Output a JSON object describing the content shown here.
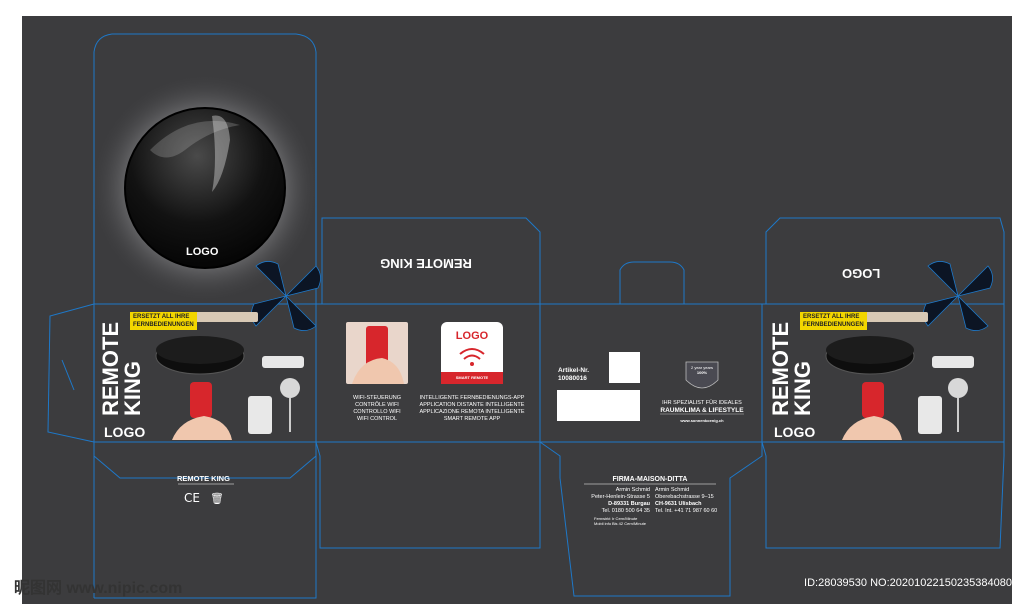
{
  "colors": {
    "background": "#3c3c3e",
    "dieline": "#1e78c8",
    "badge": "#f2d600",
    "red": "#d7262c"
  },
  "hub": {
    "logo": "LOGO"
  },
  "top_flap": {
    "brand": "REMOTE KING"
  },
  "right_flap": {
    "logo": "LOGO"
  },
  "front_panel": {
    "badge_line1": "ERSETZT ALL IHRE",
    "badge_line2": "FERNBEDIENUNGEN",
    "title_line1": "REMOTE",
    "title_line2": "KING",
    "logo": "LOGO"
  },
  "features": {
    "wifi_lines": [
      "WIFI-STEUERUNG",
      "CONTRÔLE WIFI",
      "CONTROLLO WIFI",
      "WIFI CONTROL"
    ],
    "app_tile_logo": "LOGO",
    "app_tile_caption": "SMART REMOTE",
    "app_lines": [
      "INTELLIGENTE FERNBEDIENUNGS-APP",
      "APPLICATION DISTANTE INTELLIGENTE",
      "APPLICAZIONE REMOTA INTELLIGENTE",
      "SMART REMOTE APP"
    ]
  },
  "article": {
    "label": "Artikel-Nr.",
    "number": "10080016"
  },
  "brand_panel": {
    "shield_top": "2 year years",
    "shield_pct": "100%",
    "tagline1": "IHR SPEZIALIST FÜR IDEALES",
    "tagline2": "RAUMKLIMA & LIFESTYLE",
    "website": "www.sonnenkoenig.ch"
  },
  "bottom_flap": {
    "brand": "REMOTE KING"
  },
  "company": {
    "title": "FIRMA-MAISON-DITTA",
    "left": [
      "Armin Schmid",
      "Peter-Henlein-Strasse 5",
      "D-89331 Burgau",
      "Tel. 0180 500 64 35"
    ],
    "right": [
      "Armin Schmid",
      "Oberebachstrasse 9–15",
      "CH-9631 Ulisbach",
      "Tel. Int. +41 71 987 60 60"
    ],
    "small_left": [
      "Fernwirkt",
      "Mobil info"
    ],
    "small_right": [
      "Ir Cern/Minute",
      "Bis 42 Cern/Minute"
    ]
  },
  "watermark": {
    "left": "昵图网 www.nipic.com",
    "right": "ID:28039530 NO:20201022150235384080"
  }
}
